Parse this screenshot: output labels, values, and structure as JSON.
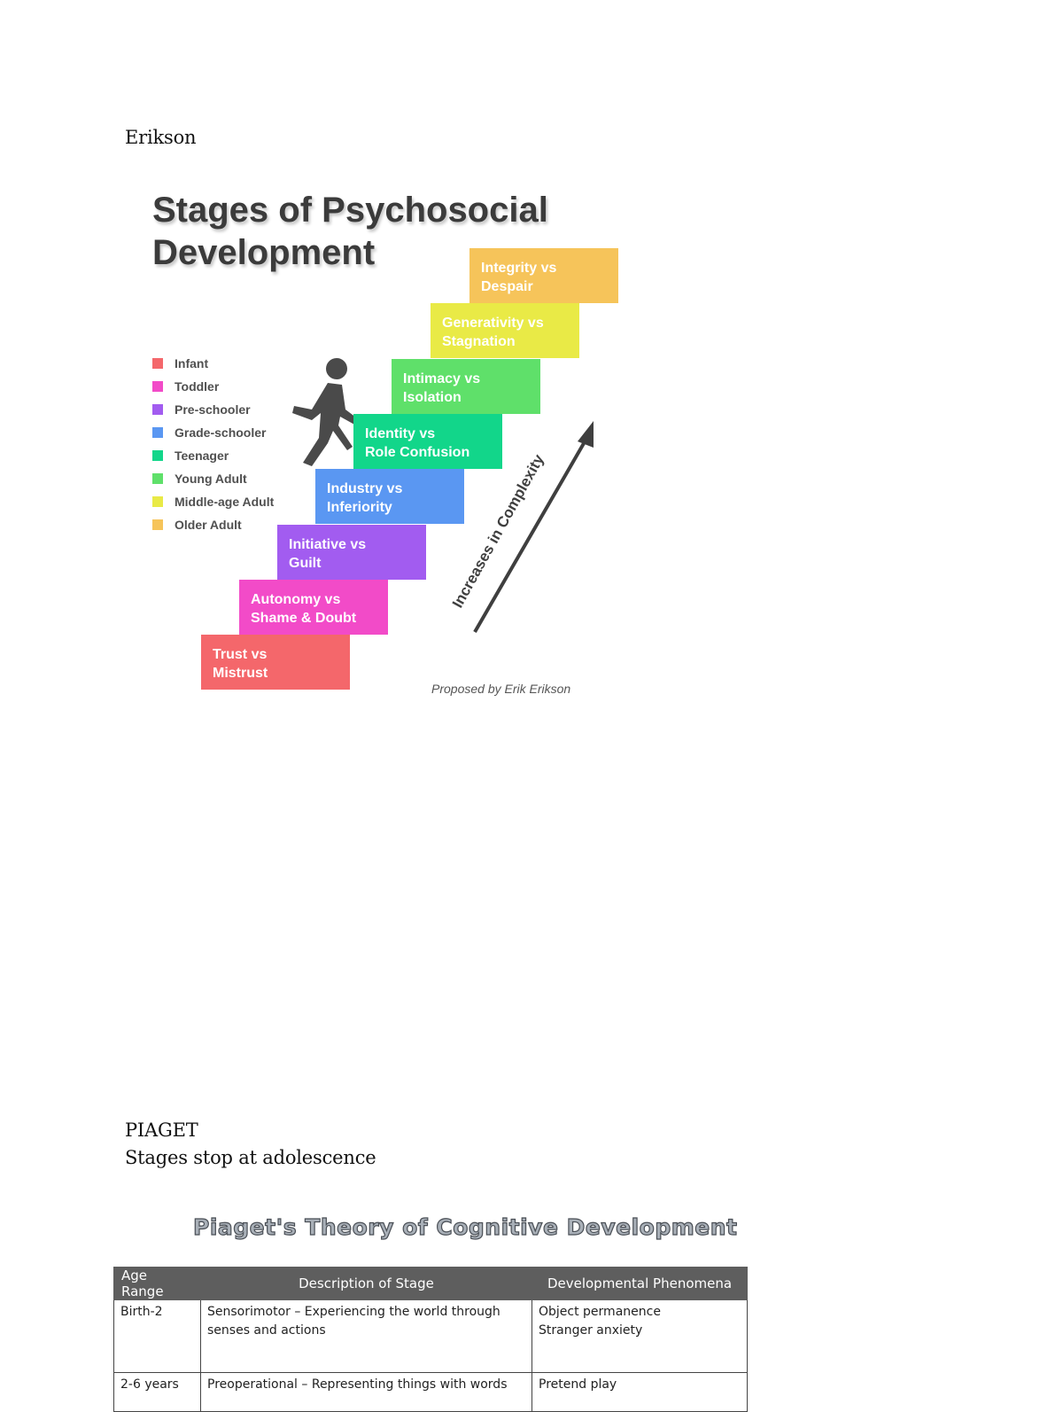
{
  "erikson_label": "Erikson",
  "erikson_figure": {
    "title_line1": "Stages of Psychosocial",
    "title_line2": "Development",
    "legend": [
      {
        "label": "Infant",
        "color": "#f4676b"
      },
      {
        "label": "Toddler",
        "color": "#f24bc8"
      },
      {
        "label": "Pre-schooler",
        "color": "#a25cf0"
      },
      {
        "label": "Grade-schooler",
        "color": "#5a97f2"
      },
      {
        "label": "Teenager",
        "color": "#12d68a"
      },
      {
        "label": "Young Adult",
        "color": "#5fe06a"
      },
      {
        "label": "Middle-age Adult",
        "color": "#e9ea46"
      },
      {
        "label": "Older Adult",
        "color": "#f6c45a"
      }
    ],
    "stages": [
      {
        "line1": "Trust vs",
        "line2": "Mistrust",
        "color": "#f4676b"
      },
      {
        "line1": "Autonomy vs",
        "line2": "Shame & Doubt",
        "color": "#f24bc8"
      },
      {
        "line1": "Initiative vs",
        "line2": "Guilt",
        "color": "#a25cf0"
      },
      {
        "line1": "Industry vs",
        "line2": "Inferiority",
        "color": "#5a97f2"
      },
      {
        "line1": "Identity vs",
        "line2": "Role Confusion",
        "color": "#12d68a"
      },
      {
        "line1": "Intimacy vs",
        "line2": "Isolation",
        "color": "#5fe06a"
      },
      {
        "line1": "Generativity vs",
        "line2": "Stagnation",
        "color": "#e9ea46"
      },
      {
        "line1": "Integrity vs",
        "line2": "Despair",
        "color": "#f6c45a"
      }
    ],
    "arrow_label": "Increases in Complexity",
    "credit": "Proposed by Erik Erikson"
  },
  "piaget_label": "PIAGET",
  "piaget_note": "Stages stop at adolescence",
  "piaget_heading": "Piaget's Theory of Cognitive Development",
  "piaget_table": {
    "headers": [
      "Age Range",
      "Description of Stage",
      "Developmental Phenomena"
    ],
    "rows": [
      {
        "age": "Birth-2",
        "description": "Sensorimotor – Experiencing the world through",
        "description_cont": "senses and actions",
        "phenomena1": "Object permanence",
        "phenomena2": "Stranger anxiety"
      },
      {
        "age": "2-6 years",
        "description": "Preoperational – Representing things with words",
        "phenomena1": "Pretend play"
      }
    ]
  }
}
